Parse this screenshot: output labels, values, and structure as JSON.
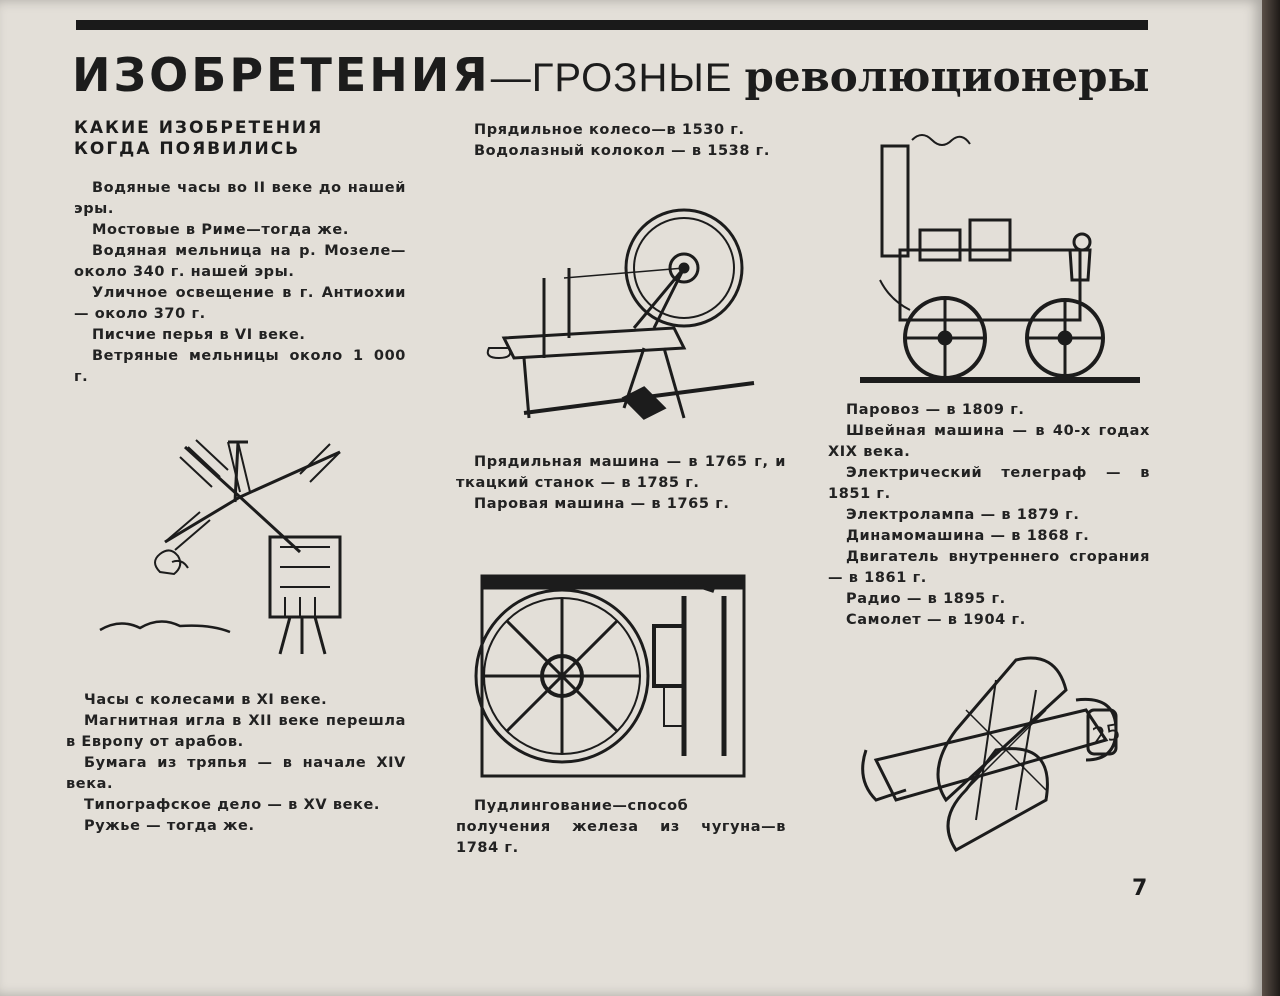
{
  "headline": {
    "part1": "ИЗОБРЕТЕНИЯ",
    "part2": "—ГРОЗНЫЕ ",
    "part3": "революционеры"
  },
  "subheading": {
    "line1": "КАКИЕ ИЗОБРЕТЕНИЯ",
    "line2": "КОГДА ПОЯВИЛИСЬ"
  },
  "col1_top": [
    "Водяные часы во II веке до нашей эры.",
    "Мостовые в Риме—тогда же.",
    "Водяная мельница на р. Мозеле—около 340 г. нашей эры.",
    "Уличное освещение в г. Антиохии — около 370 г.",
    "Писчие перья в VI веке.",
    "Ветряные мельницы около 1 000 г."
  ],
  "col1_bottom": [
    "Часы с колесами в XI веке.",
    "Магнитная игла в XII веке перешла в Европу от арабов.",
    "Бумага из тряпья — в начале XIV века.",
    "Типографское дело — в XV веке.",
    "Ружье — тогда же."
  ],
  "col2_top": [
    "Прядильное колесо—в 1530 г.",
    "Водолазный колокол — в 1538 г."
  ],
  "col2_mid": [
    "Прядильная машина — в 1765 г, и ткацкий станок — в 1785 г.",
    "Паровая машина — в 1765 г."
  ],
  "col2_bottom": [
    "Пудлингование—способ получения железа из чугуна—в 1784 г."
  ],
  "col3": [
    "Паровоз — в 1809 г.",
    "Швейная машина — в 40-х годах XIX века.",
    "Электрический телеграф — в 1851 г.",
    "Электролампа — в 1879 г.",
    "Динамомашина — в 1868 г.",
    "Двигатель внутреннего сгорания — в 1861 г.",
    "Радио — в 1895 г.",
    "Самолет — в 1904 г."
  ],
  "illustrations": {
    "airplane_number": "25"
  },
  "page_number": "7",
  "colors": {
    "paper": "#e3dfd8",
    "ink": "#1c1c1c"
  },
  "icons": [
    "windmill-illustration",
    "spinning-wheel-illustration",
    "locomotive-illustration",
    "steam-engine-illustration",
    "biplane-illustration"
  ]
}
